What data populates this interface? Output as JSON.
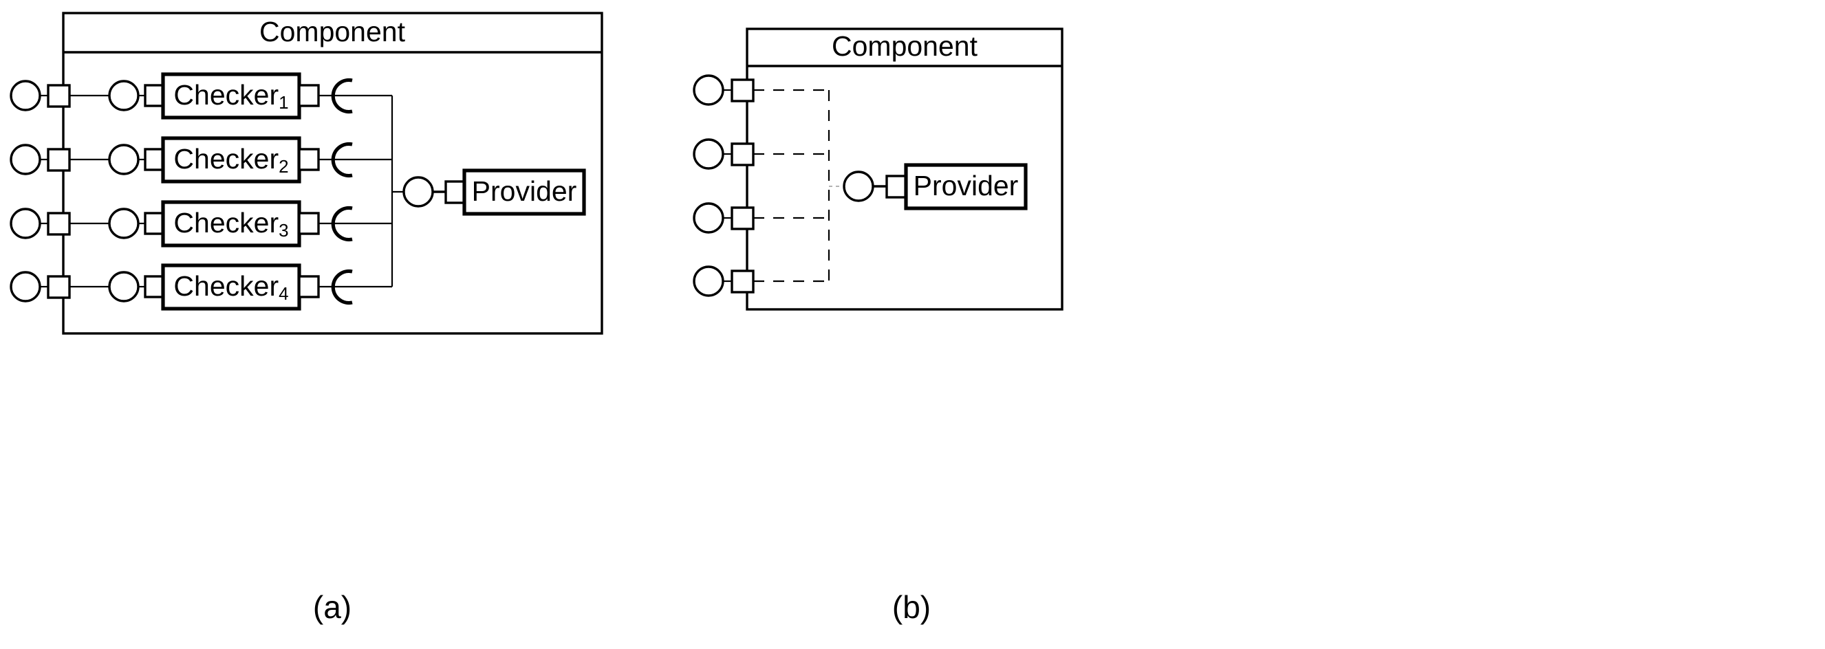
{
  "figure": {
    "type": "uml-component-diagram",
    "background_color": "#ffffff",
    "stroke_color": "#000000",
    "panels": [
      {
        "id": "a",
        "caption": "(a)",
        "component_title": "Component",
        "provider_label": "Provider",
        "connector_style": "solid",
        "parts": [
          {
            "label": "Checker",
            "subscript": "1"
          },
          {
            "label": "Checker",
            "subscript": "2"
          },
          {
            "label": "Checker",
            "subscript": "3"
          },
          {
            "label": "Checker",
            "subscript": "4"
          }
        ],
        "external_port_count": 4,
        "internal_ball_count": 4,
        "socket_count": 4
      },
      {
        "id": "b",
        "caption": "(b)",
        "component_title": "Component",
        "provider_label": "Provider",
        "connector_style": "dashed",
        "parts": [],
        "external_port_count": 4,
        "internal_ball_count": 0,
        "socket_count": 0
      }
    ]
  }
}
